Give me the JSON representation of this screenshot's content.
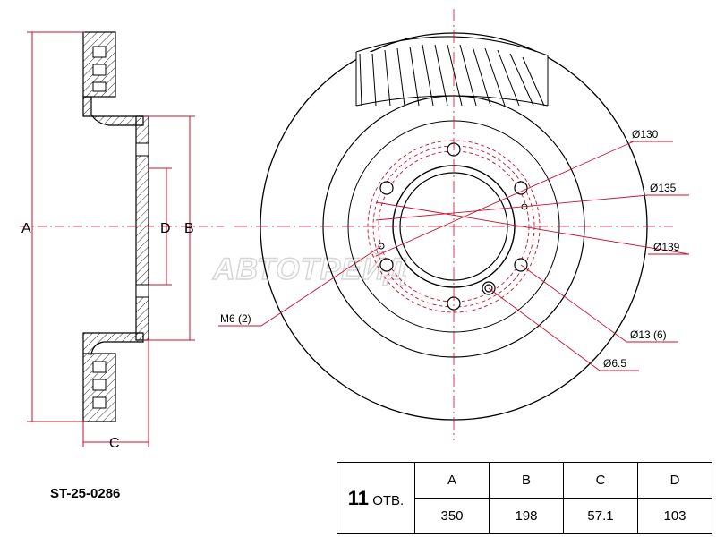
{
  "part_number": "ST-25-0286",
  "watermark": "АВТОТРЕЙД",
  "dimension_letters": {
    "a": "A",
    "b": "B",
    "c": "C",
    "d": "D"
  },
  "callouts": {
    "d130": "Ø130",
    "d135": "Ø135",
    "d139": "Ø139",
    "d13": "Ø13 (6)",
    "d6_5": "Ø6.5",
    "m6": "M6 (2)"
  },
  "table": {
    "holes_count": "11",
    "holes_label": "ОТВ.",
    "headers": [
      "A",
      "B",
      "C",
      "D"
    ],
    "values": [
      "350",
      "198",
      "57.1",
      "103"
    ]
  },
  "colors": {
    "line": "#000000",
    "dimension": "#c8102e",
    "hatch": "#333333",
    "watermark": "#d5d5d5"
  }
}
